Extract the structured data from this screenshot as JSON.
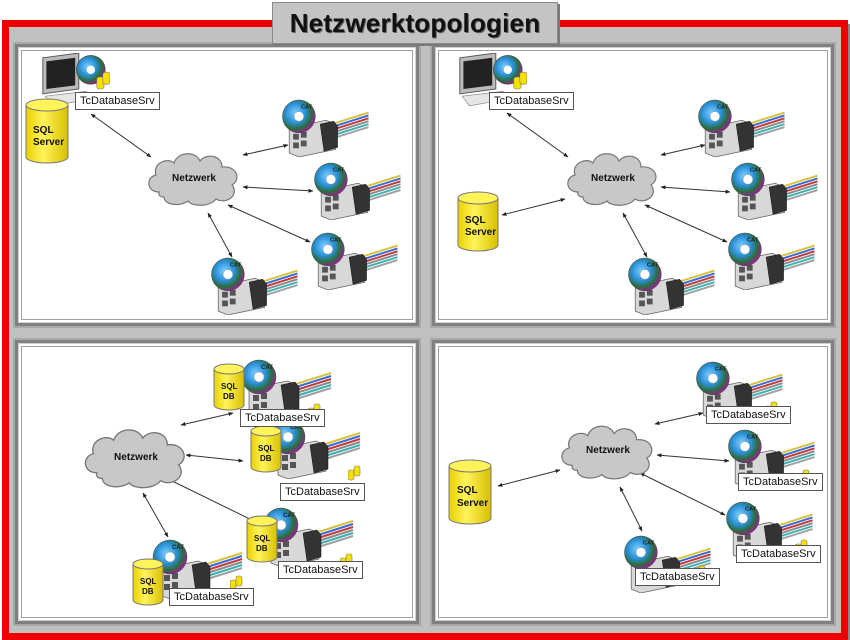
{
  "title": "Netzwerktopologien",
  "colors": {
    "frame_red": "#ee0000",
    "frame_gray": "#c0c0c0",
    "cloud_gray": "#c8c8c8",
    "db_yellow": "#f5e000"
  },
  "panels": [
    {
      "id": "topology-1",
      "network_label": "Netzwerk",
      "server_label": "TcDatabaseSrv",
      "database_label_line1": "SQL",
      "database_label_line2": "Server",
      "devices": [
        "plc-device",
        "plc-device",
        "plc-device",
        "plc-device"
      ]
    },
    {
      "id": "topology-2",
      "network_label": "Netzwerk",
      "server_label": "TcDatabaseSrv",
      "database_label_line1": "SQL",
      "database_label_line2": "Server",
      "devices": [
        "plc-device",
        "plc-device",
        "plc-device",
        "plc-device"
      ]
    },
    {
      "id": "topology-3",
      "network_label": "Netzwerk",
      "devices": [
        {
          "srv_label": "TcDatabaseSrv",
          "db_line1": "SQL",
          "db_line2": "DB"
        },
        {
          "srv_label": "TcDatabaseSrv",
          "db_line1": "SQL",
          "db_line2": "DB"
        },
        {
          "srv_label": "TcDatabaseSrv",
          "db_line1": "SQL",
          "db_line2": "DB"
        },
        {
          "srv_label": "TcDatabaseSrv",
          "db_line1": "SQL",
          "db_line2": "DB"
        }
      ]
    },
    {
      "id": "topology-4",
      "network_label": "Netzwerk",
      "database_label_line1": "SQL",
      "database_label_line2": "Server",
      "devices": [
        {
          "srv_label": "TcDatabaseSrv"
        },
        {
          "srv_label": "TcDatabaseSrv"
        },
        {
          "srv_label": "TcDatabaseSrv"
        },
        {
          "srv_label": "TcDatabaseSrv"
        }
      ]
    }
  ]
}
